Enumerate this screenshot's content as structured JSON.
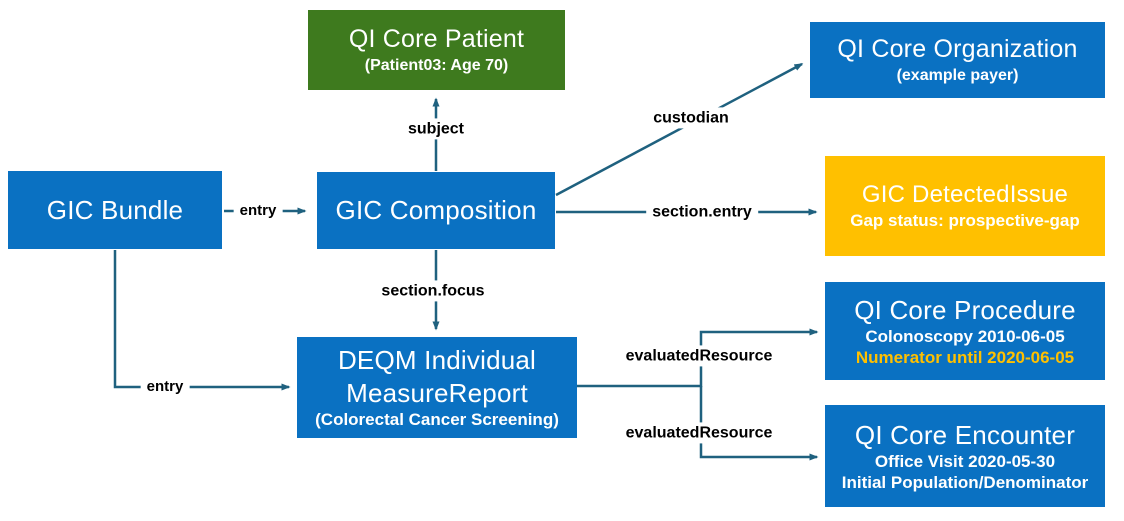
{
  "colors": {
    "node_blue": "#0A71C2",
    "node_green": "#3E7A1E",
    "node_yellow": "#FFC000",
    "arrow": "#1F617F",
    "highlight_text": "#FFC000"
  },
  "nodes": {
    "bundle": {
      "title": "GIC Bundle"
    },
    "composition": {
      "title": "GIC Composition"
    },
    "patient": {
      "title": "QI Core Patient",
      "subtitle": "(Patient03: Age 70)"
    },
    "organization": {
      "title": "QI Core Organization",
      "subtitle": "(example payer)"
    },
    "detected_issue": {
      "title": "GIC DetectedIssue",
      "subtitle": "Gap status: prospective-gap"
    },
    "measure_report": {
      "title_line1": "DEQM Individual",
      "title_line2": "MeasureReport",
      "subtitle": "(Colorectal Cancer Screening)"
    },
    "procedure": {
      "title": "QI Core Procedure",
      "subtitle": "Colonoscopy 2010-06-05",
      "highlight": "Numerator until 2020-06-05"
    },
    "encounter": {
      "title": "QI Core Encounter",
      "subtitle": "Office Visit 2020-05-30",
      "subtitle2": "Initial Population/Denominator"
    }
  },
  "edges": {
    "entry_composition": {
      "label": "entry"
    },
    "subject": {
      "label": "subject"
    },
    "custodian": {
      "label": "custodian"
    },
    "section_entry": {
      "label": "section.entry"
    },
    "section_focus": {
      "label": "section.focus"
    },
    "entry_measure_report": {
      "label": "entry"
    },
    "evaluated_resource_procedure": {
      "label": "evaluatedResource"
    },
    "evaluated_resource_encounter": {
      "label": "evaluatedResource"
    }
  }
}
